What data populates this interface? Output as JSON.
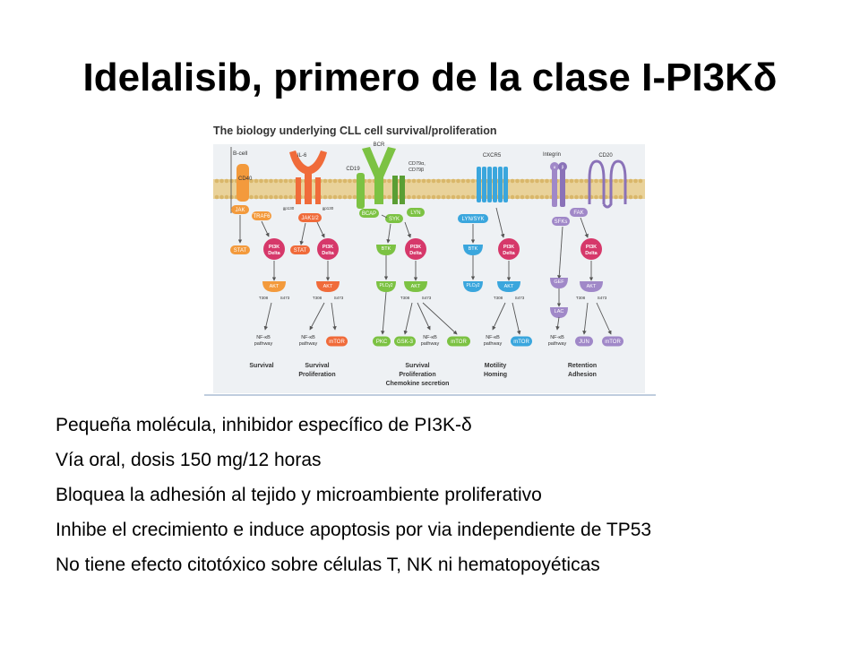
{
  "slide": {
    "title": "Idelalisib, primero de la clase I-PI3Kδ"
  },
  "figure": {
    "heading": "The biology underlying CLL cell survival/proliferation",
    "cell_label": "B-cell",
    "colors": {
      "membrane": "#e9d29a",
      "background": "#eef1f4",
      "orange": "#f39a3c",
      "red": "#f06b3a",
      "green": "#7cc243",
      "blue": "#3aa6dd",
      "purple": "#a088c8",
      "pi3k": "#d6386a",
      "text_dark": "#333333"
    },
    "receptors": {
      "cd40": "CD40",
      "il6": "IL-6",
      "bcr": "BCR",
      "cd19": "CD19",
      "cd79": "CD79α,\nCD79β",
      "cxcr5": "CXCR5",
      "integrin": "Integrin",
      "alpha": "α",
      "beta": "β",
      "cd20": "CD20",
      "gp130_left": "gp130",
      "gp130_right": "gp130"
    },
    "nodes": {
      "jak": "JAK",
      "traf6": "TRAF6",
      "stat1": "STAT",
      "jak12": "JAK1/2",
      "stat2": "STAT",
      "bcap": "BCAP",
      "syk": "SYK",
      "lyn": "LYN",
      "btk1": "BTK",
      "plcg1": "PLCγ2",
      "pkc": "PKC",
      "gsk3": "GSK-3",
      "lynsyk": "LYN/SYK",
      "btk2": "BTK",
      "plcg2": "PLCγ2",
      "fak": "FAK",
      "sfks": "SFKs",
      "gef": "GEF",
      "lac": "LAC",
      "jun": "JUN",
      "pi3k_line1": "PI3K",
      "pi3k_line2": "Delta",
      "akt": "AKT",
      "t308": "T308",
      "s473": "S473",
      "nfkb_line1": "NF-κB",
      "nfkb_line2": "pathway",
      "mtor": "mTOR"
    },
    "outcomes": {
      "o1": [
        "Survival"
      ],
      "o2": [
        "Survival",
        "Proliferation"
      ],
      "o3": [
        "Survival",
        "Proliferation",
        "Chemokine secretion"
      ],
      "o4": [
        "Motility",
        "Homing"
      ],
      "o5": [
        "Retention",
        "Adhesion"
      ]
    }
  },
  "bullets": [
    "Pequeña molécula, inhibidor específico de PI3K-δ",
    "Vía oral, dosis 150 mg/12 horas",
    "Bloquea la adhesión al tejido y microambiente proliferativo",
    "Inhibe el crecimiento e induce apoptosis por via independiente de TP53",
    "No tiene efecto citotóxico sobre células T, NK ni hematopoyéticas"
  ]
}
